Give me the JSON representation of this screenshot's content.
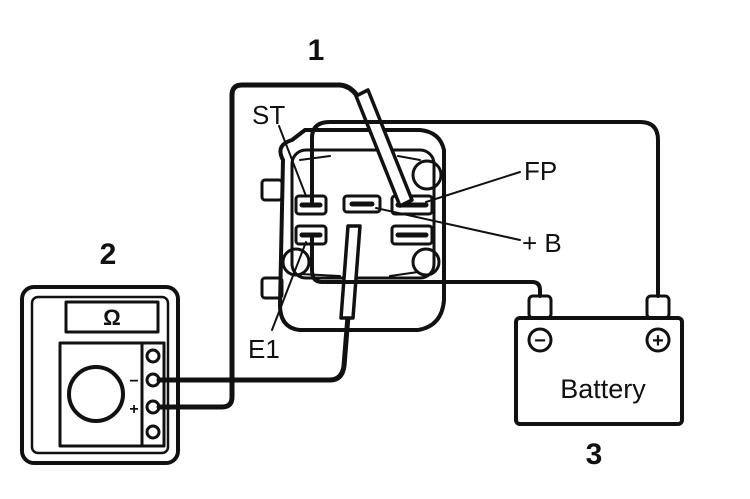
{
  "labels": {
    "num_relay": "1",
    "num_meter": "2",
    "num_battery": "3",
    "st": "ST",
    "fp": "FP",
    "plus_b": "+ B",
    "e1": "E1",
    "battery": "Battery",
    "ohm": "Ω",
    "minus_terminal": "−",
    "plus_terminal": "+",
    "meter_minus": "−",
    "meter_plus": "+"
  },
  "colors": {
    "ink": "#111111",
    "paper": "#ffffff"
  }
}
